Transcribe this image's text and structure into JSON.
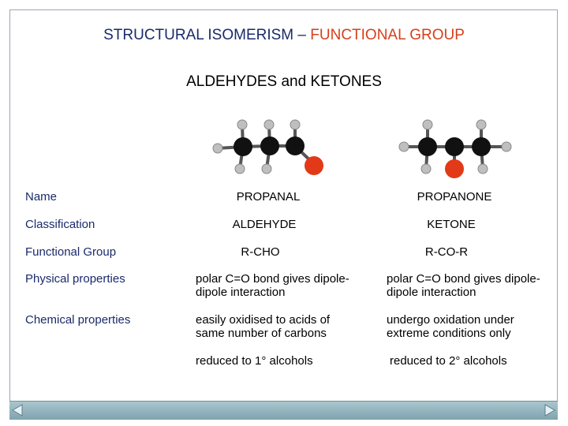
{
  "title": {
    "main": "STRUCTURAL ISOMERISM – ",
    "accent": "FUNCTIONAL GROUP"
  },
  "subtitle": "ALDEHYDES and KETONES",
  "colors": {
    "title": "#1a2a6c",
    "accent": "#d6401c",
    "carbon": "#111111",
    "hydrogen": "#bfbfbf",
    "oxygen": "#e23a18"
  },
  "rows": [
    {
      "label": "Name",
      "aldehyde": "PROPANAL",
      "ketone": "PROPANONE"
    },
    {
      "label": "Classification",
      "aldehyde": "ALDEHYDE",
      "ketone": "KETONE"
    },
    {
      "label": "Functional Group",
      "aldehyde": "R-CHO",
      "ketone": "R-CO-R"
    },
    {
      "label": "Physical properties",
      "aldehyde": "polar C=O bond gives dipole-dipole interaction",
      "ketone": "polar C=O bond gives dipole-dipole interaction"
    },
    {
      "label": "Chemical properties",
      "aldehyde": "easily oxidised to acids of same number of carbons",
      "ketone": "undergo oxidation under extreme conditions only"
    },
    {
      "label": "",
      "aldehyde": "reduced to 1° alcohols",
      "ketone": "reduced to 2° alcohols"
    }
  ],
  "molecules": [
    {
      "name": "propanal-model",
      "icon": "propanal-ball-and-stick"
    },
    {
      "name": "propanone-model",
      "icon": "propanone-ball-and-stick"
    }
  ],
  "nav": {
    "prev_icon": "previous-arrow-icon",
    "next_icon": "next-arrow-icon"
  }
}
